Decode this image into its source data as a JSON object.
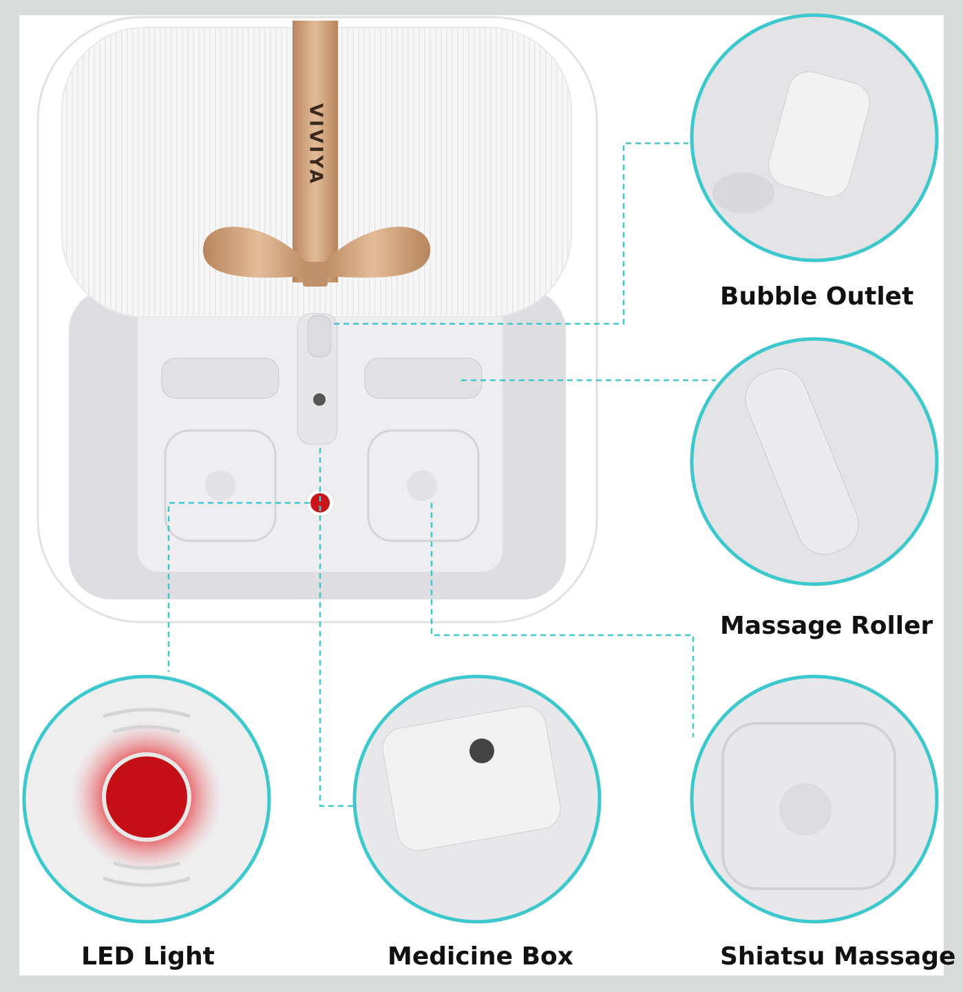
{
  "brand": "VIVIYA",
  "features": [
    {
      "id": "bubble-outlet",
      "label": "Bubble Outlet"
    },
    {
      "id": "massage-roller",
      "label": "Massage Roller"
    },
    {
      "id": "led-light",
      "label": "LED Light"
    },
    {
      "id": "medicine-box",
      "label": "Medicine Box"
    },
    {
      "id": "shiatsu-massage",
      "label": "Shiatsu Massage"
    }
  ],
  "colors": {
    "accent": "#3cc8cc",
    "ribbon": "#c99a72",
    "led": "#d0141a",
    "frame": "#d8dddb"
  }
}
